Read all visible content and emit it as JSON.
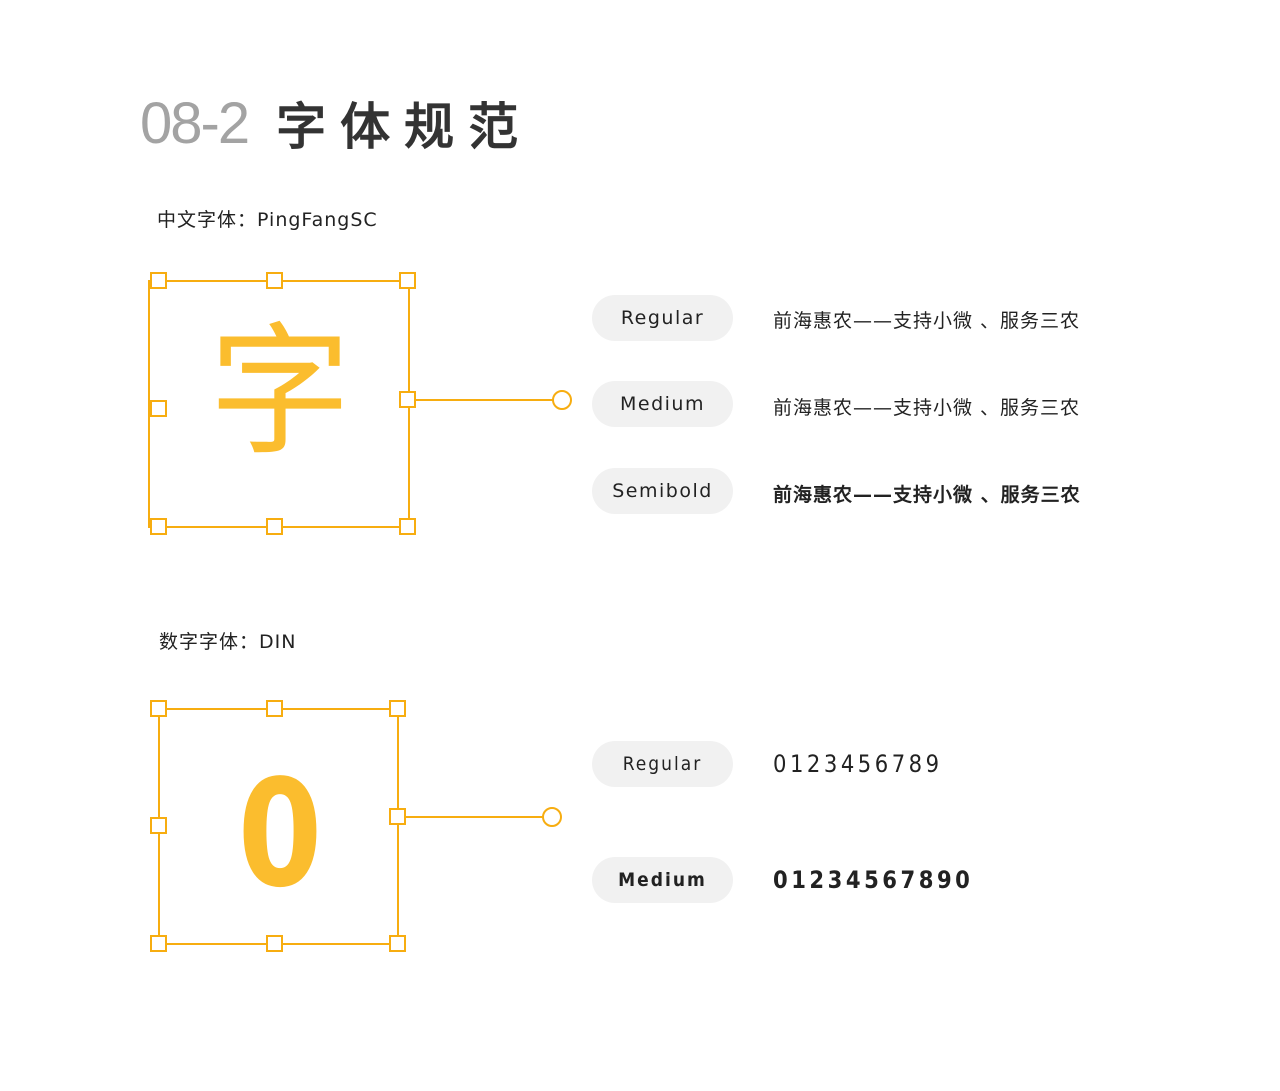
{
  "header": {
    "section_number": "08-2",
    "title": "字体规范"
  },
  "colors": {
    "accent": "#f7ad10",
    "glyph_fill": "#fbbd2e",
    "pill_bg": "#f1f1f1",
    "title_number": "#a3a3a3",
    "title_text": "#333333",
    "body_text": "#222222"
  },
  "chinese_font": {
    "label": "中文字体：PingFangSC",
    "sample_glyph": "字",
    "weights": [
      {
        "name": "Regular",
        "sample": "前海惠农——支持小微 、服务三农"
      },
      {
        "name": "Medium",
        "sample": "前海惠农——支持小微 、服务三农"
      },
      {
        "name": "Semibold",
        "sample": "前海惠农——支持小微 、服务三农"
      }
    ]
  },
  "number_font": {
    "label": "数字字体：DIN",
    "sample_glyph": "0",
    "weights": [
      {
        "name": "Regular",
        "sample": "0123456789"
      },
      {
        "name": "Medium",
        "sample": "01234567890"
      }
    ]
  }
}
